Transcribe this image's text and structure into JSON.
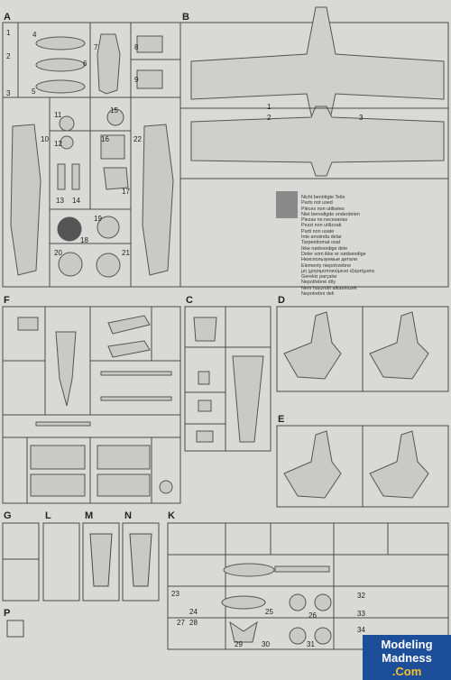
{
  "sprues": {
    "a": "A",
    "b": "B",
    "c": "C",
    "d": "D",
    "e": "E",
    "f": "F",
    "g": "G",
    "k": "K",
    "l": "L",
    "m": "M",
    "n": "N",
    "p": "P"
  },
  "part_numbers": [
    "1",
    "2",
    "3",
    "4",
    "5",
    "6",
    "7",
    "8",
    "9",
    "10",
    "11",
    "12",
    "13",
    "14",
    "15",
    "16",
    "17",
    "18",
    "19",
    "20",
    "21",
    "22"
  ],
  "k_numbers": [
    "23",
    "24",
    "25",
    "26",
    "27",
    "28",
    "29",
    "30",
    "31",
    "32",
    "33",
    "34"
  ],
  "not_used_lines": [
    "Nicht benötigte Teile",
    "Parts not used",
    "Pièces non utilisées",
    "Niet benodigde onderdelen",
    "Piezas no necesarias",
    "Pezzi non utilizzati",
    "Parti non usate",
    "Inte använda delar",
    "Tarpeettomat osat",
    "Ikke nødvendige dele",
    "Deler som ikke er nødvendige",
    "Неиспользуемые детали",
    "Elementy niepotrzebne",
    "μη χρησιμοποιούμενα εξαρτήματα",
    "Gerekiz parçalar",
    "Nepotřebné díly",
    "Nem használt alkatrészek",
    "Nepotrebni deli"
  ],
  "logo": {
    "line1": "Modeling",
    "line2": "Madness",
    "line3": ".Com"
  },
  "colors": {
    "paper": "#d9d9d5",
    "ink": "#3a3a3a",
    "logo_bg": "#1d4e9a",
    "logo_dot": "#f2c12e"
  }
}
